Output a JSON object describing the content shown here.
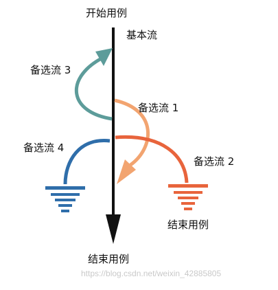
{
  "labels": {
    "start_use_case": "开始用例",
    "basic_flow": "基本流",
    "alt_flow_3": "备选流 3",
    "alt_flow_1": "备选流 1",
    "alt_flow_4": "备选流 4",
    "alt_flow_2": "备选流 2",
    "end_use_case_right": "结束用例",
    "end_use_case_bottom": "结束用例"
  },
  "watermark": "https://blog.csdn.net/weixin_42885805",
  "colors": {
    "basic_flow": "#111111",
    "alt_flow_3": "#5d9c9a",
    "alt_flow_1": "#f2a470",
    "alt_flow_4": "#2f6eaa",
    "alt_flow_2": "#e8643c"
  }
}
